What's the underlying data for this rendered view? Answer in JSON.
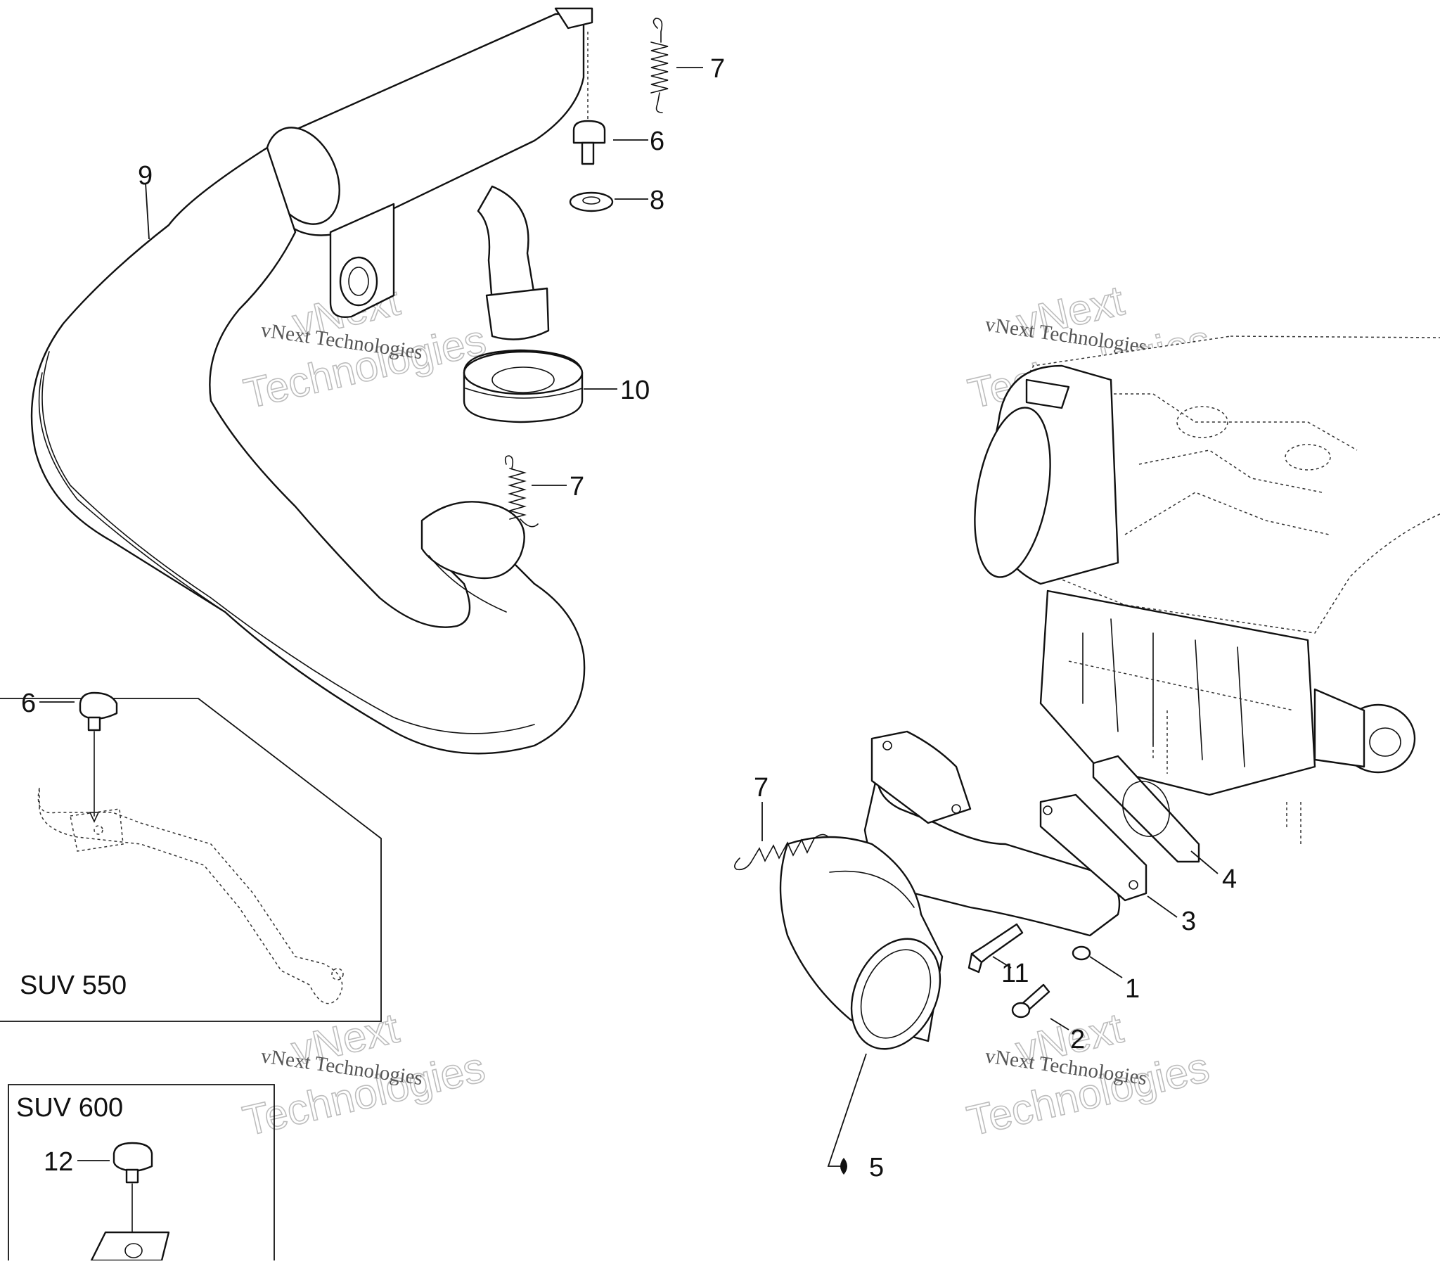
{
  "callouts": {
    "c7a": "7",
    "c6a": "6",
    "c8": "8",
    "c9": "9",
    "c10": "10",
    "c7b": "7",
    "c6b": "6",
    "c7c": "7",
    "c4": "4",
    "c3": "3",
    "c11": "11",
    "c1": "1",
    "c2": "2",
    "c5": "5",
    "c12": "12"
  },
  "inset_labels": {
    "suv550": "SUV 550",
    "suv600": "SUV 600"
  },
  "watermark": {
    "line1": "vNext",
    "line2": "Technologies",
    "caption": "vNext Technologies"
  },
  "colors": {
    "ink": "#111111",
    "paper": "#ffffff",
    "watermark": "#bdbdbd"
  }
}
